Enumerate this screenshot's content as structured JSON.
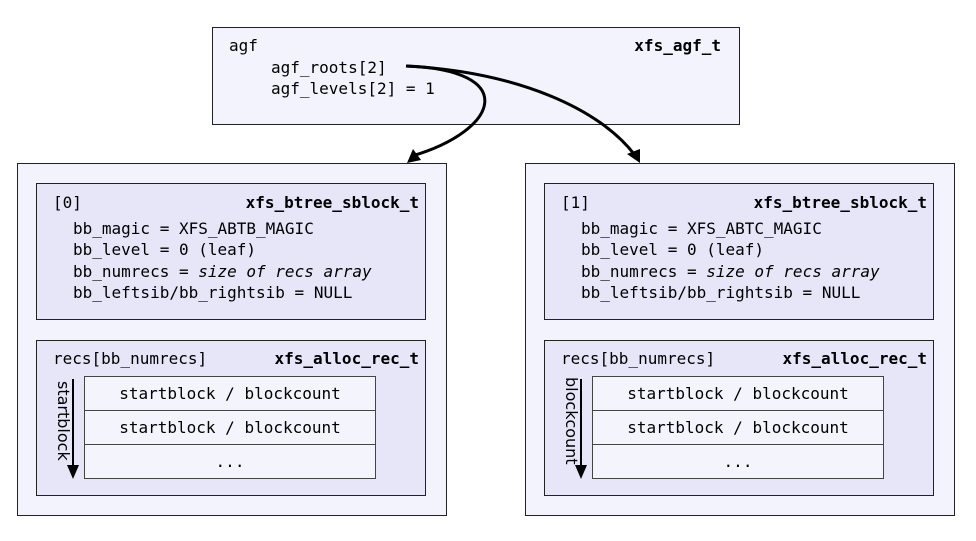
{
  "agf": {
    "label": "agf",
    "type": "xfs_agf_t",
    "fields": [
      "agf_roots[2]",
      "agf_levels[2] = 1"
    ]
  },
  "blocks": [
    {
      "index": "[0]",
      "type": "xfs_btree_sblock_t",
      "magic": "bb_magic = XFS_ABTB_MAGIC",
      "level": "bb_level = 0 (leaf)",
      "numrecs_prefix": "bb_numrecs = ",
      "numrecs_value": "size of recs array",
      "sibs": "bb_leftsib/bb_rightsib = NULL",
      "recs_label": "recs[bb_numrecs]",
      "recs_type": "xfs_alloc_rec_t",
      "rows": [
        "startblock / blockcount",
        "startblock / blockcount",
        "..."
      ],
      "sort_key": "startblock"
    },
    {
      "index": "[1]",
      "type": "xfs_btree_sblock_t",
      "magic": "bb_magic = XFS_ABTC_MAGIC",
      "level": "bb_level = 0 (leaf)",
      "numrecs_prefix": "bb_numrecs = ",
      "numrecs_value": "size of recs array",
      "sibs": "bb_leftsib/bb_rightsib = NULL",
      "recs_label": "recs[bb_numrecs]",
      "recs_type": "xfs_alloc_rec_t",
      "rows": [
        "startblock / blockcount",
        "startblock / blockcount",
        "..."
      ],
      "sort_key": "blockcount"
    }
  ]
}
